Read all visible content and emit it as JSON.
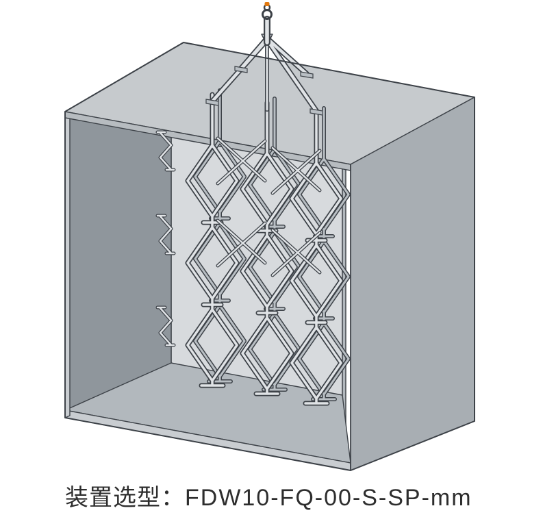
{
  "figure": {
    "title": "3D cutaway view of lattice device with lifting yoke",
    "colors": {
      "outline": "#3d4248",
      "roof": "#c6cacd",
      "roof_band": "#b7bcc0",
      "right_wall": "#a8aeb3",
      "left_wall": "#8f969c",
      "back_wall": "#d7dadd",
      "floor": "#b2b8bd",
      "band": "#c9cdd1",
      "strut_light": "#e0e3e6",
      "strut_mid": "#b9bfc4",
      "hook_tip": "#e2790f",
      "text": "#2d2d2d"
    }
  },
  "caption": {
    "label": "装置选型：",
    "model": "FDW10-FQ-00-S-SP-mm"
  }
}
